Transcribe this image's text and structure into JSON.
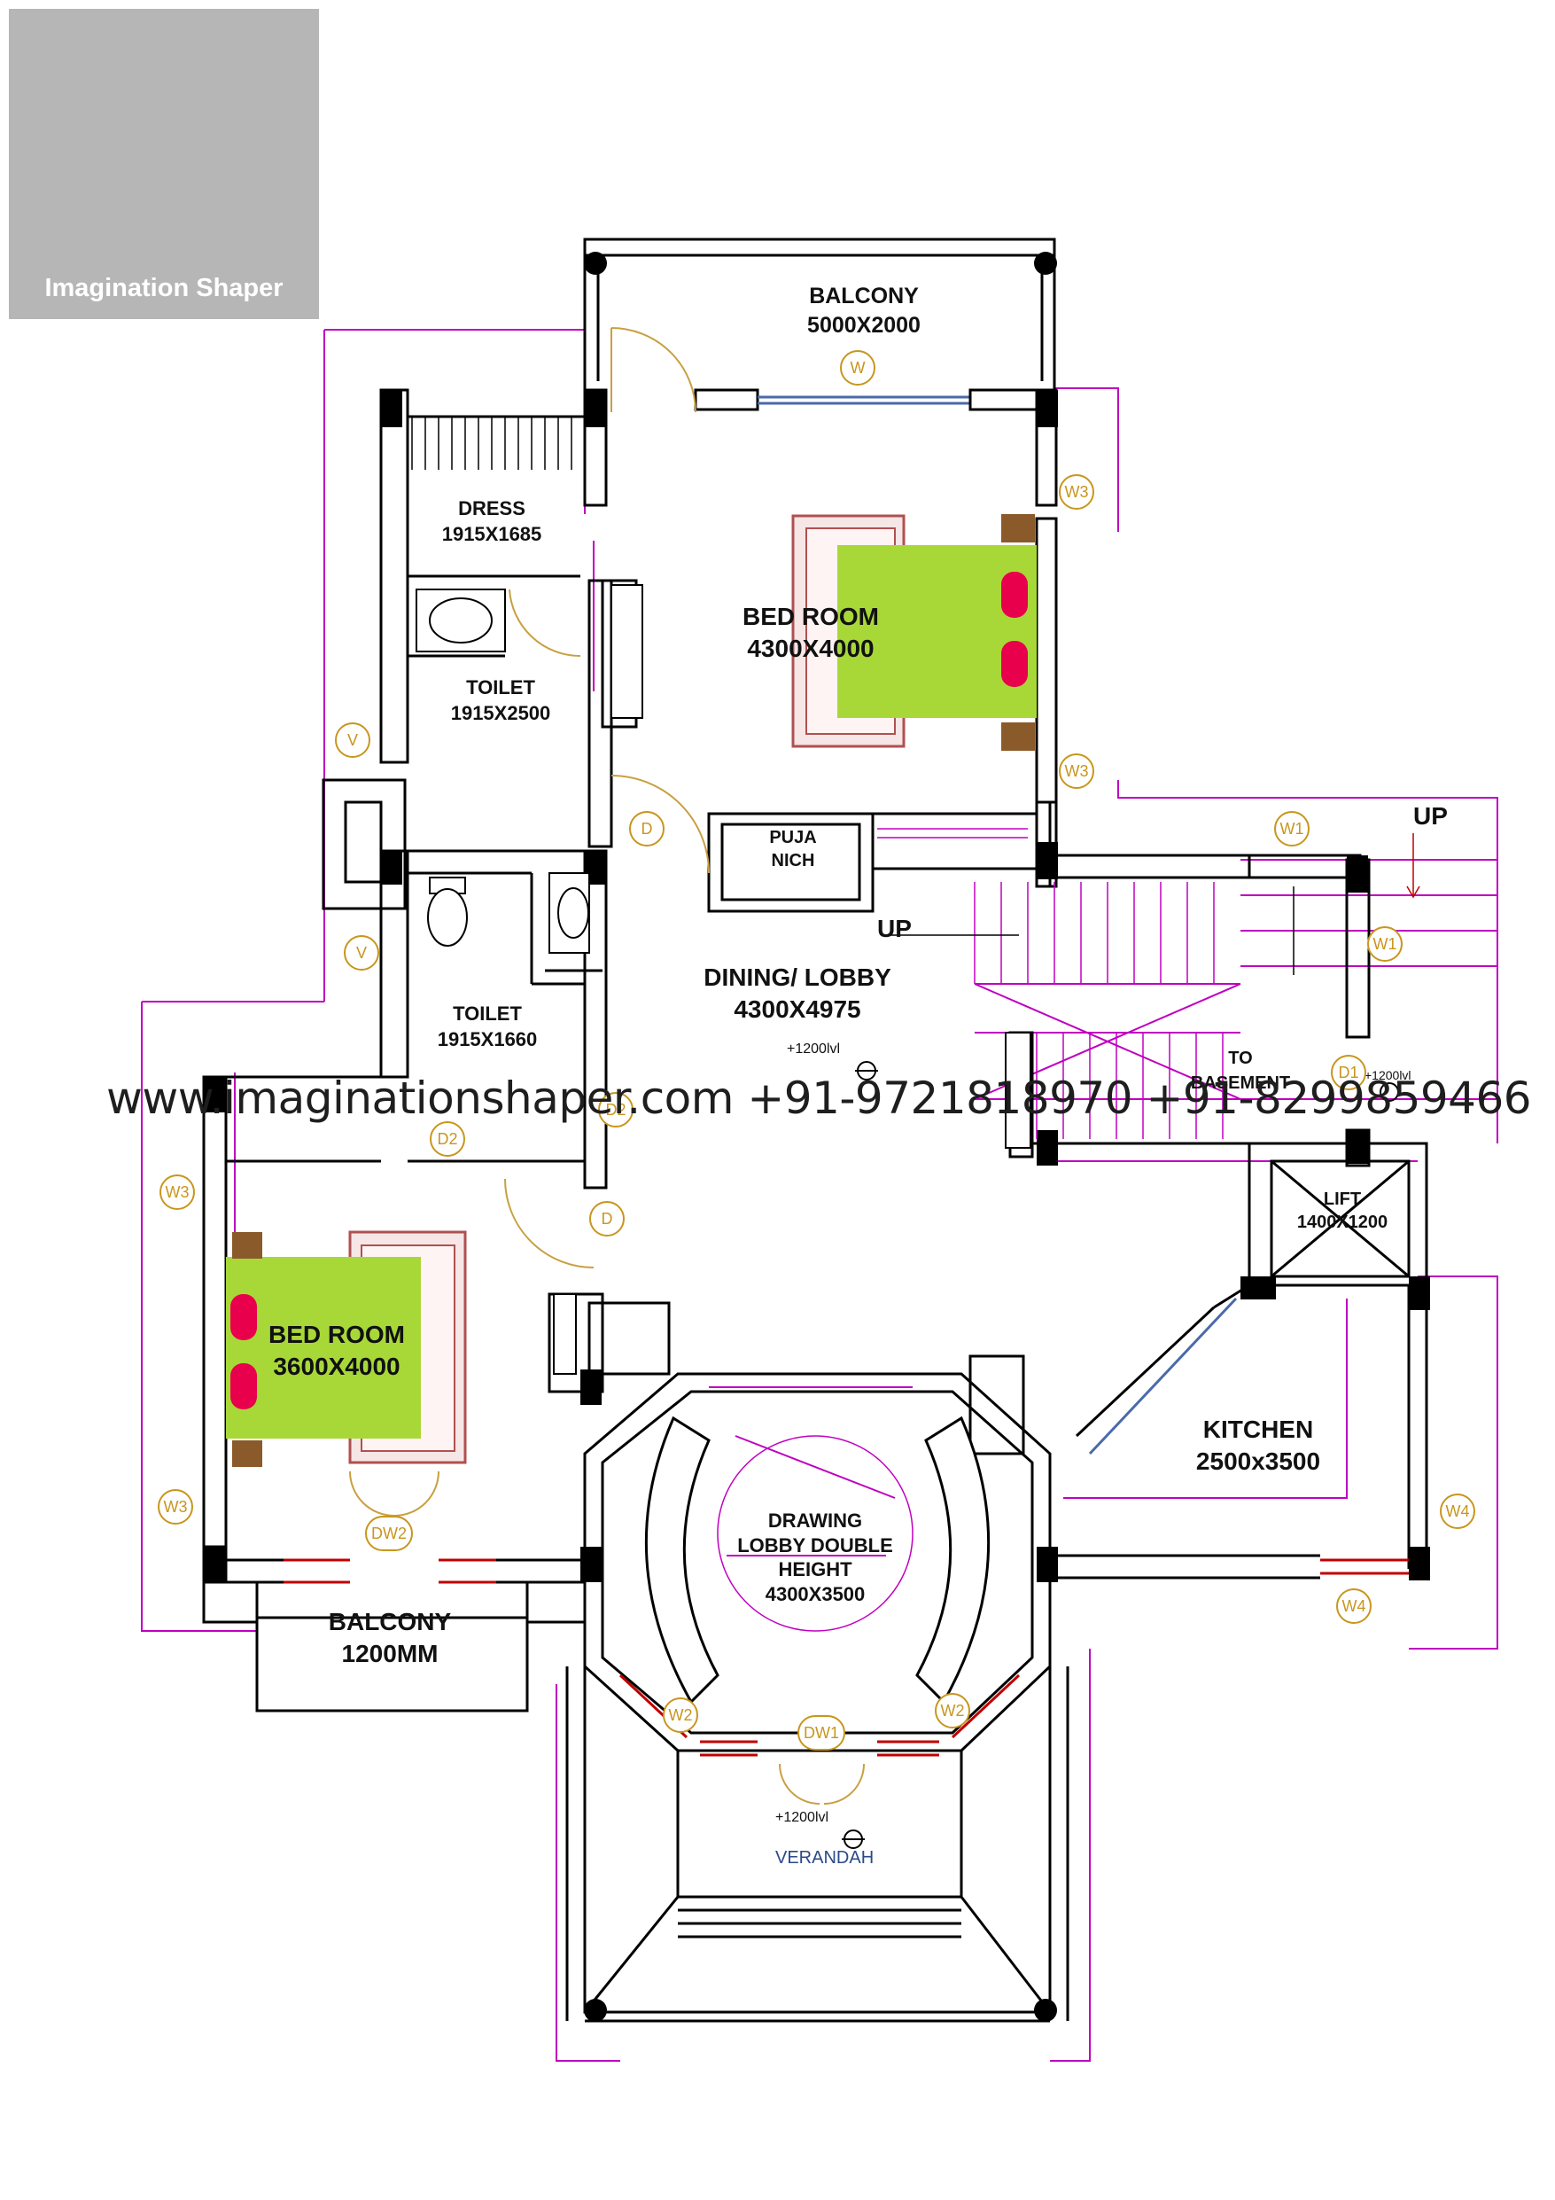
{
  "logo": {
    "brand": "Imagination Shaper",
    "icon": "house-bulb-logo-icon"
  },
  "watermark": "www.imaginationshaper.com +91-9721818970 +91-8299859466",
  "colors": {
    "wall": "#000000",
    "magenta": "#c000c0",
    "tag": "#c8961e",
    "bed_green": "#a8d838",
    "bed_yellow": "#f4f48a",
    "pillow": "#e8004c",
    "logo_bg": "#b6b6b6"
  },
  "rooms": {
    "balcony_top": {
      "name": "BALCONY",
      "size": "5000X2000"
    },
    "dress": {
      "name": "DRESS",
      "size": "1915X1685"
    },
    "toilet_1": {
      "name": "TOILET",
      "size": "1915X2500"
    },
    "bedroom_1": {
      "name": "BED ROOM",
      "size": "4300X4000"
    },
    "puja": {
      "name": "PUJA",
      "name2": "NICH"
    },
    "dining": {
      "name": "DINING/ LOBBY",
      "size": "4300X4975"
    },
    "toilet_2": {
      "name": "TOILET",
      "size": "1915X1660"
    },
    "bedroom_2": {
      "name": "BED ROOM",
      "size": "3600X4000"
    },
    "lift": {
      "name": "LIFT",
      "size": "1400X1200"
    },
    "kitchen": {
      "name": "KITCHEN",
      "size": "2500x3500"
    },
    "drawing": {
      "line1": "DRAWING",
      "line2": "LOBBY DOUBLE",
      "line3": "HEIGHT",
      "size": "4300X3500"
    },
    "balcony_bottom": {
      "name": "BALCONY",
      "size": "1200MM"
    },
    "verandah": {
      "name": "VERANDAH"
    }
  },
  "notes": {
    "up_stair": "UP",
    "up_right": "UP",
    "to_basement_1": "TO",
    "to_basement_2": "BASEMENT"
  },
  "levels": {
    "dining": "+1200lvl",
    "stair": "+1200lvl",
    "verandah": "+1200lvl"
  },
  "tags": [
    "W",
    "W3",
    "W3",
    "W1",
    "W1",
    "D",
    "D",
    "D1",
    "D2",
    "D2",
    "V",
    "V",
    "W3",
    "W3",
    "DW2",
    "W4",
    "W4",
    "W2",
    "W2",
    "DW1"
  ]
}
